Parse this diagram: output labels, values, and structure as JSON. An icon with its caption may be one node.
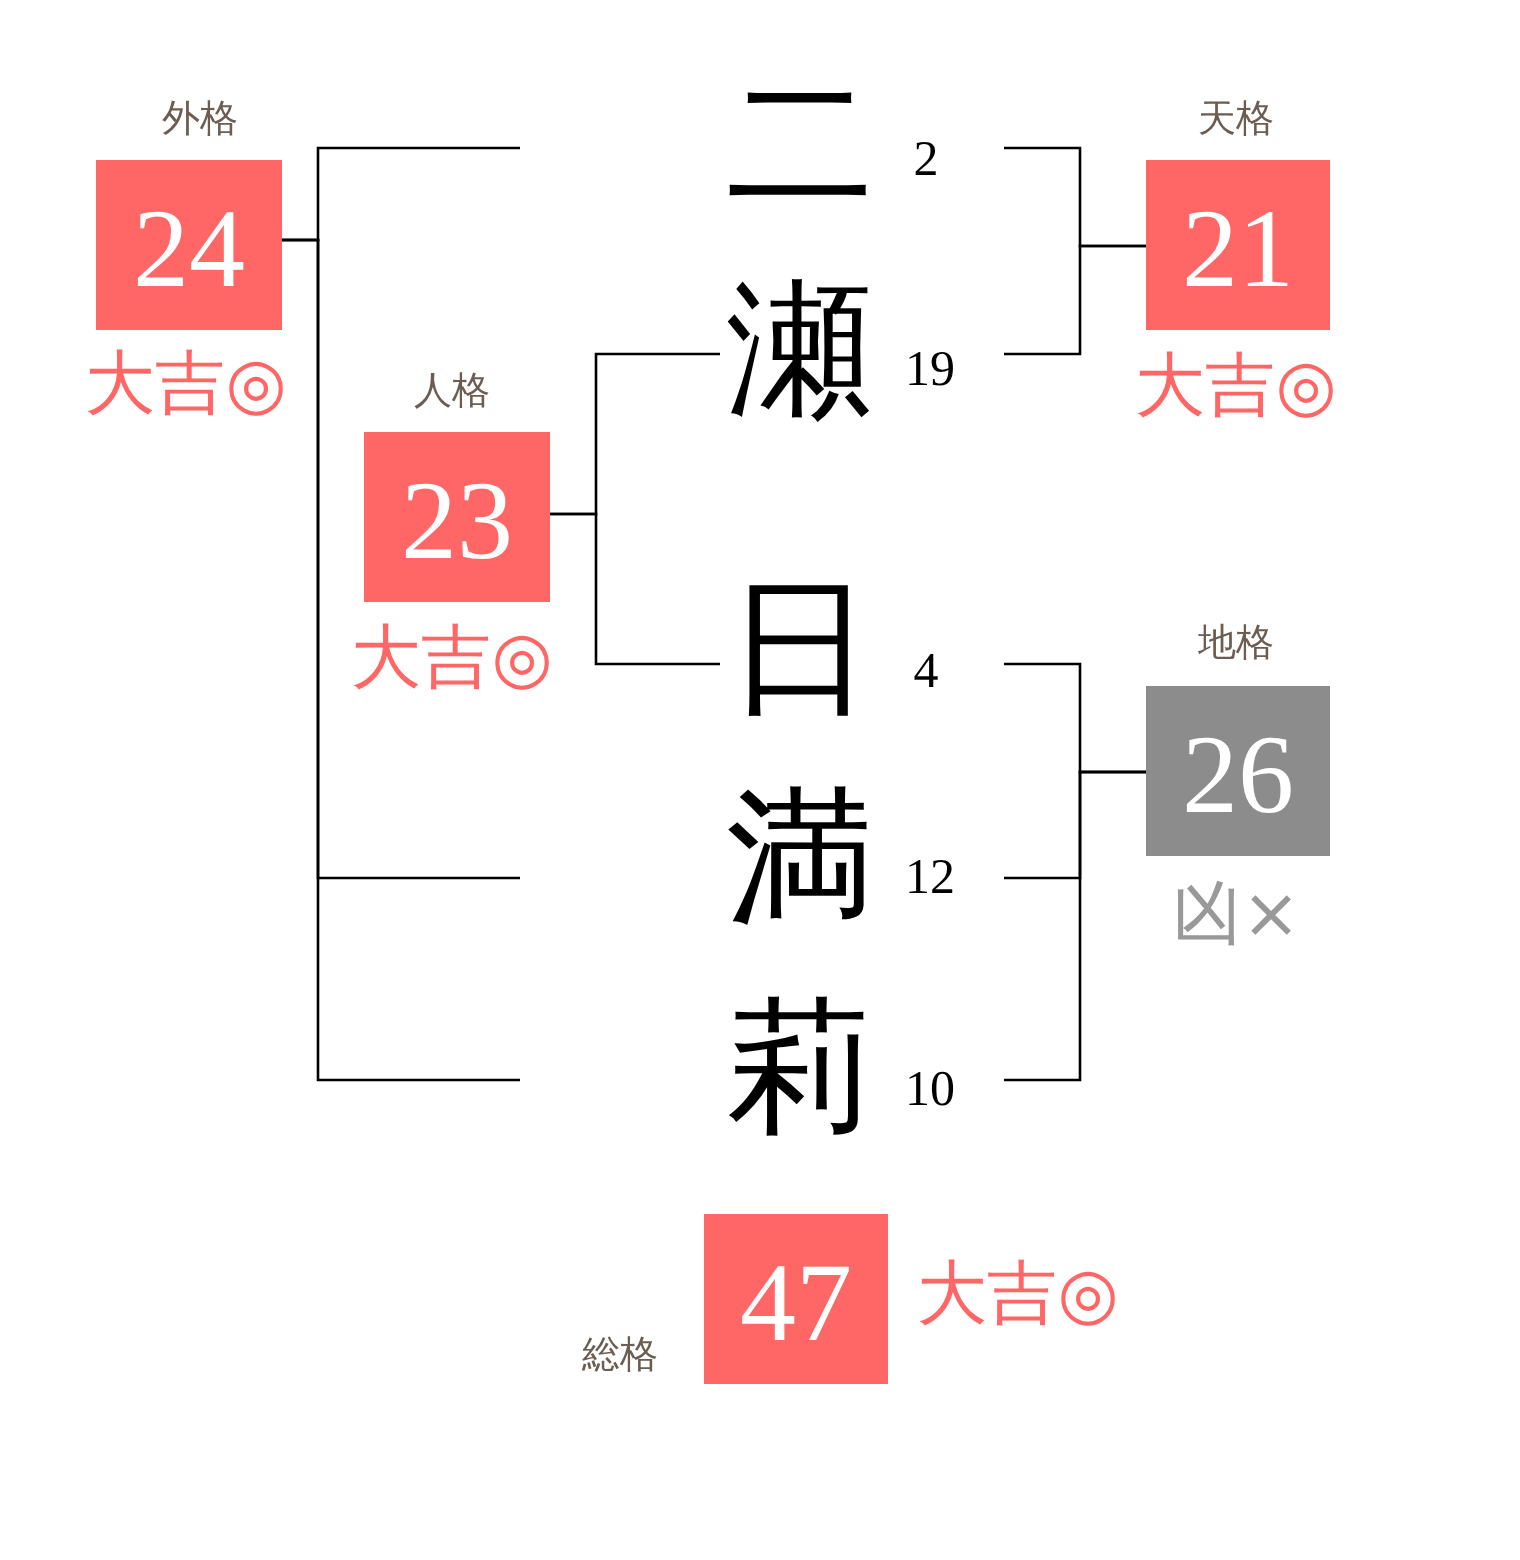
{
  "diagram": {
    "nodes": [
      {
        "text": [
          "外格",
          "24"
        ],
        "beside": [
          "大吉◎"
        ]
      },
      {
        "text": [
          "二"
        ],
        "beside": [
          "2"
        ]
      },
      {
        "text": [
          "天格",
          "21"
        ],
        "beside": [
          "大吉◎"
        ]
      },
      {
        "text": [
          "瀬"
        ],
        "beside": [
          "19"
        ]
      },
      {
        "text": [
          "人格",
          "23"
        ],
        "beside": [
          "大吉◎"
        ]
      },
      {
        "text": [
          "日"
        ],
        "beside": [
          "4"
        ]
      },
      {
        "text": [
          "地格",
          "26"
        ],
        "beside": [
          "凶×"
        ]
      },
      {
        "text": [
          "満"
        ],
        "beside": [
          "12"
        ]
      },
      {
        "text": [
          "莉"
        ],
        "beside": [
          "10"
        ]
      },
      {
        "text": [
          "総格",
          "47"
        ],
        "beside": [
          "大吉◎"
        ]
      }
    ],
    "edges": [
      {
        "from": 0,
        "to": null,
        "arrow": "none"
      },
      {
        "from": 0,
        "to": null,
        "arrow": "none"
      },
      {
        "from": 0,
        "to": null,
        "arrow": "none"
      },
      {
        "from": 4,
        "to": 3,
        "arrow": "none"
      },
      {
        "from": 4,
        "to": 5,
        "arrow": "none"
      },
      {
        "from": 1,
        "to": 2,
        "arrow": "none"
      },
      {
        "from": 3,
        "to": 2,
        "arrow": "none"
      },
      {
        "from": 5,
        "to": 6,
        "arrow": "none"
      },
      {
        "from": 7,
        "to": 6,
        "arrow": "none"
      },
      {
        "from": 8,
        "to": 6,
        "arrow": "none"
      }
    ]
  }
}
